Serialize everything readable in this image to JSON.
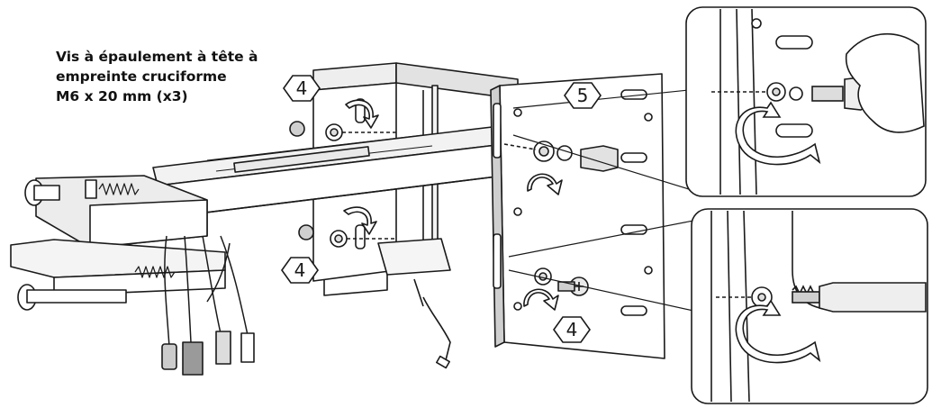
{
  "caption": {
    "line1": "Vis à épaulement à tête à",
    "line2": "empreinte cruciforme",
    "line3": "M6 x 20 mm (x3)"
  },
  "callouts": {
    "step_left_top": "4",
    "step_left_bottom": "4",
    "step_plate_top": "5",
    "step_plate_bottom": "4"
  },
  "colors": {
    "ink": "#1a1a1a",
    "metal": "#ffffff",
    "shade": "#d8d8d8",
    "dark_shade": "#9a9a9a"
  },
  "icons": [
    "arrow-rotate-icon",
    "bolt-icon",
    "washer-icon",
    "screw-icon",
    "hand-icon",
    "screwdriver-icon"
  ]
}
